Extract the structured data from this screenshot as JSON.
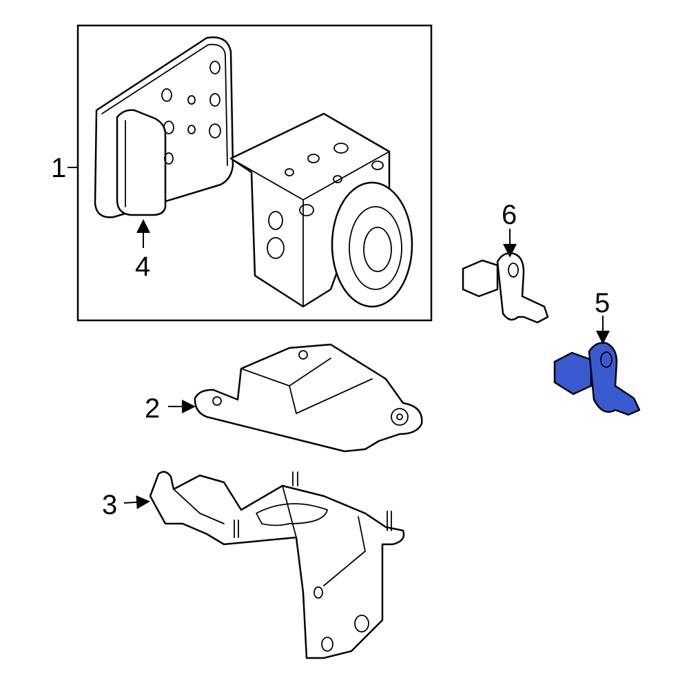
{
  "diagram": {
    "callouts": [
      {
        "id": "1",
        "label": "1"
      },
      {
        "id": "2",
        "label": "2"
      },
      {
        "id": "3",
        "label": "3"
      },
      {
        "id": "4",
        "label": "4"
      },
      {
        "id": "5",
        "label": "5"
      },
      {
        "id": "6",
        "label": "6"
      }
    ],
    "highlight_color": "#3a5bd0",
    "line_color": "#000000"
  }
}
